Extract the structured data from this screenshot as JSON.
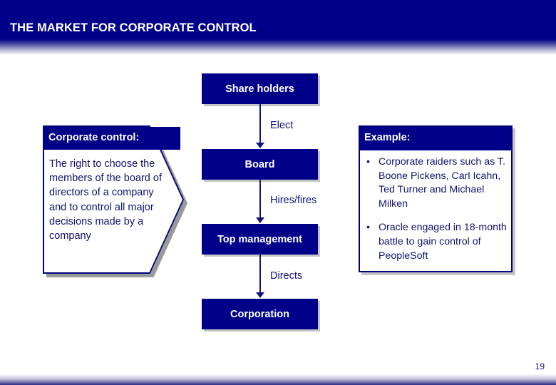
{
  "slide": {
    "title": "THE MARKET FOR CORPORATE CONTROL",
    "page_number": "19",
    "colors": {
      "banner_blue": "#000089",
      "box_blue": "#000089",
      "text_blue": "#11116E",
      "connector_blue": "#13137A",
      "white": "#FFFFFF",
      "shadow_gray": "#9A9A9A"
    }
  },
  "callout": {
    "title": "Corporate control:",
    "body": "The right to choose the members of the board of directors of a company and to control all major decisions made by a company"
  },
  "flow": {
    "boxes": [
      {
        "id": "shareholders",
        "label": "Share holders"
      },
      {
        "id": "board",
        "label": "Board"
      },
      {
        "id": "top-management",
        "label": "Top management"
      },
      {
        "id": "corporation",
        "label": "Corporation"
      }
    ],
    "edge_labels": [
      {
        "id": "elect",
        "label": "Elect",
        "from": "shareholders",
        "to": "board"
      },
      {
        "id": "hires-fires",
        "label": "Hires/fires",
        "from": "board",
        "to": "top-management"
      },
      {
        "id": "directs",
        "label": "Directs",
        "from": "top-management",
        "to": "corporation"
      }
    ]
  },
  "example": {
    "title": "Example:",
    "bullet_char": "•",
    "bullets": [
      "Corporate raiders such as T. Boone Pickens, Carl Icahn, Ted Turner and Michael Milken",
      "Oracle engaged in 18-month battle to gain control of PeopleSoft"
    ]
  }
}
